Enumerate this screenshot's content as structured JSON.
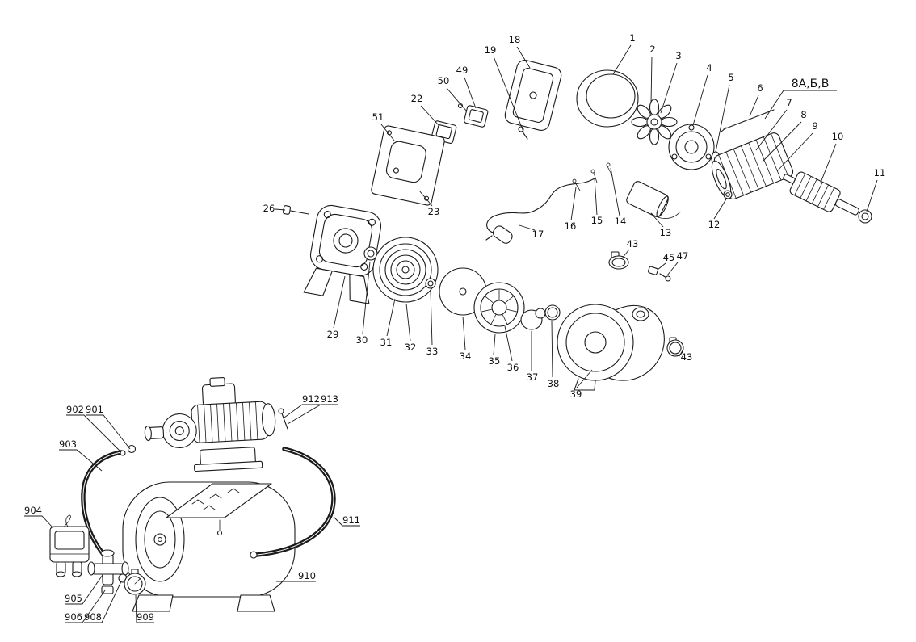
{
  "colors": {
    "line": "#1a1a1a",
    "background": "#ffffff"
  },
  "labels": [
    "19",
    "18",
    "1",
    "2",
    "3",
    "4",
    "5",
    "6",
    "8А,Б,В",
    "7",
    "8",
    "9",
    "10",
    "11",
    "12",
    "13",
    "14",
    "15",
    "16",
    "17",
    "50",
    "49",
    "22",
    "51",
    "23",
    "26",
    "29",
    "30",
    "31",
    "32",
    "33",
    "34",
    "35",
    "36",
    "37",
    "38",
    "39",
    "43",
    "45",
    "47",
    "43",
    "902",
    "901",
    "912",
    "913",
    "903",
    "904",
    "911",
    "910",
    "905",
    "906",
    "908",
    "909"
  ]
}
